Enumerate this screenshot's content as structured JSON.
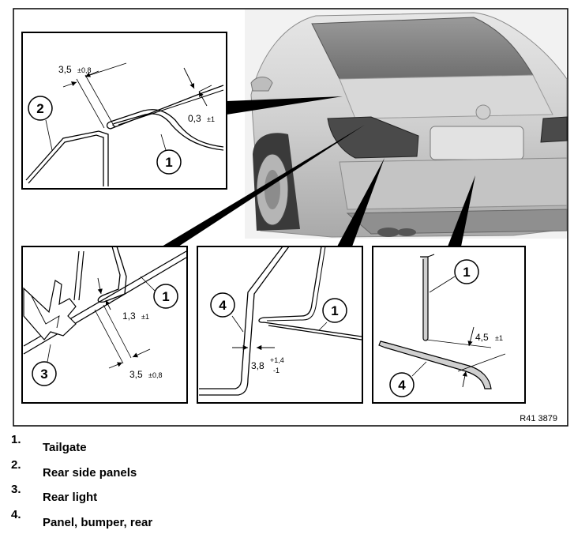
{
  "figure_code": "R41 3879",
  "dimensions": {
    "gap_a": "3,5",
    "gap_a_tol": "±0,8",
    "gap_b": "0,3",
    "gap_b_tol": "±1",
    "gap_c": "1,3",
    "gap_c_tol": "±1",
    "gap_d": "3,5",
    "gap_d_tol": "±0,8",
    "gap_e": "3,8",
    "gap_e_tol_upper": "+1,4",
    "gap_e_tol_lower": "-1",
    "gap_f": "4,5",
    "gap_f_tol": "±1"
  },
  "callouts": {
    "d1_left": "2",
    "d1_right": "1",
    "d2_top": "1",
    "d2_bottom": "3",
    "d3_left": "4",
    "d3_right": "1",
    "d4_top": "1",
    "d4_bottom": "4"
  },
  "legend": [
    {
      "number": "1.",
      "label": "Tailgate"
    },
    {
      "number": "2.",
      "label": "Rear side panels"
    },
    {
      "number": "3.",
      "label": "Rear light"
    },
    {
      "number": "4.",
      "label": "Panel, bumper, rear"
    }
  ]
}
